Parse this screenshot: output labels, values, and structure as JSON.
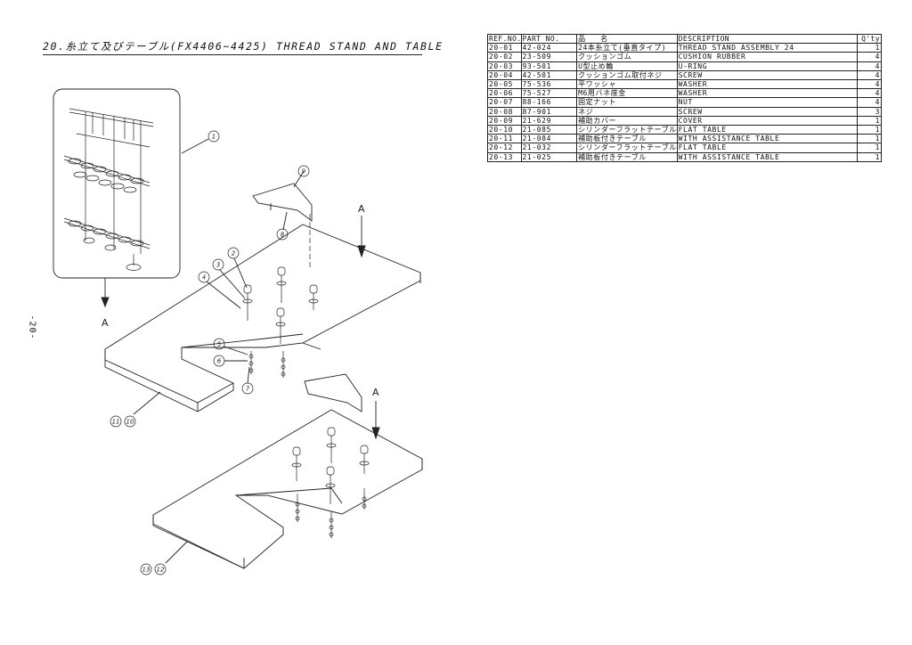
{
  "header": {
    "title": "20.糸立て及びテーブル(FX4406~4425)  THREAD STAND AND TABLE",
    "page_number": "-20-"
  },
  "parts_table": {
    "columns": [
      "REF.NO.",
      "PART NO.",
      "品　　名",
      "DESCRIPTION",
      "Q'ty"
    ],
    "rows": [
      [
        "20-01",
        "42-024",
        "24本糸立て(垂直タイプ)",
        "THREAD STAND ASSEMBLY 24",
        "1"
      ],
      [
        "20-02",
        "23-509",
        "クッションゴム",
        "CUSHION RUBBER",
        "4"
      ],
      [
        "20-03",
        "93-501",
        "U型止め輪",
        "U-RING",
        "4"
      ],
      [
        "20-04",
        "42-501",
        "クッションゴム取付ネジ",
        "SCREW",
        "4"
      ],
      [
        "20-05",
        "75-536",
        "平ワッシャ",
        "WASHER",
        "4"
      ],
      [
        "20-06",
        "75-527",
        "M6用バネ座金",
        "WASHER",
        "4"
      ],
      [
        "20-07",
        "88-166",
        "固定ナット",
        "NUT",
        "4"
      ],
      [
        "20-08",
        "87-901",
        "ネジ",
        "SCREW",
        "3"
      ],
      [
        "20-09",
        "21-629",
        "補助カバー",
        "COVER",
        "1"
      ],
      [
        "20-10",
        "21-085",
        "シリンダーフラットテーブル",
        "FLAT TABLE",
        "1"
      ],
      [
        "20-11",
        "21-084",
        "補助板付きテーブル",
        "WITH ASSISTANCE TABLE",
        "1"
      ],
      [
        "20-12",
        "21-032",
        "シリンダーフラットテーブル",
        "FLAT TABLE",
        "1"
      ],
      [
        "20-13",
        "21-025",
        "補助板付きテーブル",
        "WITH ASSISTANCE TABLE",
        "1"
      ]
    ]
  },
  "drawing": {
    "view_labels": [
      "A",
      "A",
      "A"
    ],
    "callouts": [
      "1",
      "2",
      "3",
      "4",
      "5",
      "6",
      "7",
      "8",
      "9",
      "11",
      "10",
      "13",
      "12"
    ]
  }
}
